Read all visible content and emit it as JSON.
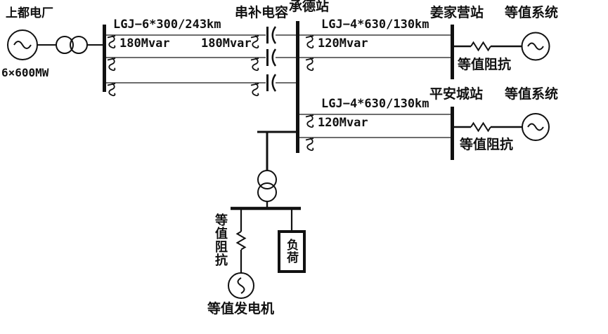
{
  "stations": {
    "shangdu": {
      "name": "上都电厂",
      "capacity": "6×600MW"
    },
    "chengde": {
      "name": "承德站"
    },
    "jiangjiaying": {
      "name": "姜家营站"
    },
    "pingancheng": {
      "name": "平安城站"
    }
  },
  "lines": {
    "shangdu_chengde": {
      "label": "LGJ−6*300/243km",
      "circuits": 3,
      "shunt_reactor_left": "180Mvar",
      "shunt_reactor_mid": "180Mvar"
    },
    "chengde_jiangjiaying": {
      "label": "LGJ−4*630/130km",
      "circuits": 2,
      "shunt_reactor": "120Mvar"
    },
    "chengde_pingancheng": {
      "label": "LGJ−4*630/130km",
      "circuits": 2,
      "shunt_reactor": "120Mvar"
    }
  },
  "equipment": {
    "series_capacitor": "串补电容",
    "equiv_system_top": "等值系统",
    "equiv_impedance_top": "等值阻抗",
    "equiv_system_bottom": "等值系统",
    "equiv_impedance_bottom": "等值阻抗",
    "equiv_impedance_left": "等值阻抗",
    "equiv_generator": "等值发电机",
    "load": "负荷"
  },
  "colors": {
    "ink": "#111111",
    "circuit_line": "#3d3d3d",
    "background": "#ffffff"
  }
}
